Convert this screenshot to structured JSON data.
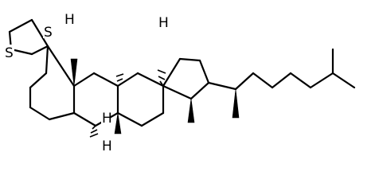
{
  "colors": {
    "background": "#ffffff",
    "ink": "#000000"
  },
  "atoms": {
    "sulfur_upper": {
      "symbol": "S"
    },
    "sulfur_lower": {
      "symbol": "S"
    },
    "hydrogen_c9": {
      "symbol": "H"
    },
    "hydrogen_c10": {
      "symbol": "H"
    },
    "hydrogen_c14": {
      "symbol": "H"
    },
    "hydrogen_c5": {
      "symbol": "H"
    }
  }
}
